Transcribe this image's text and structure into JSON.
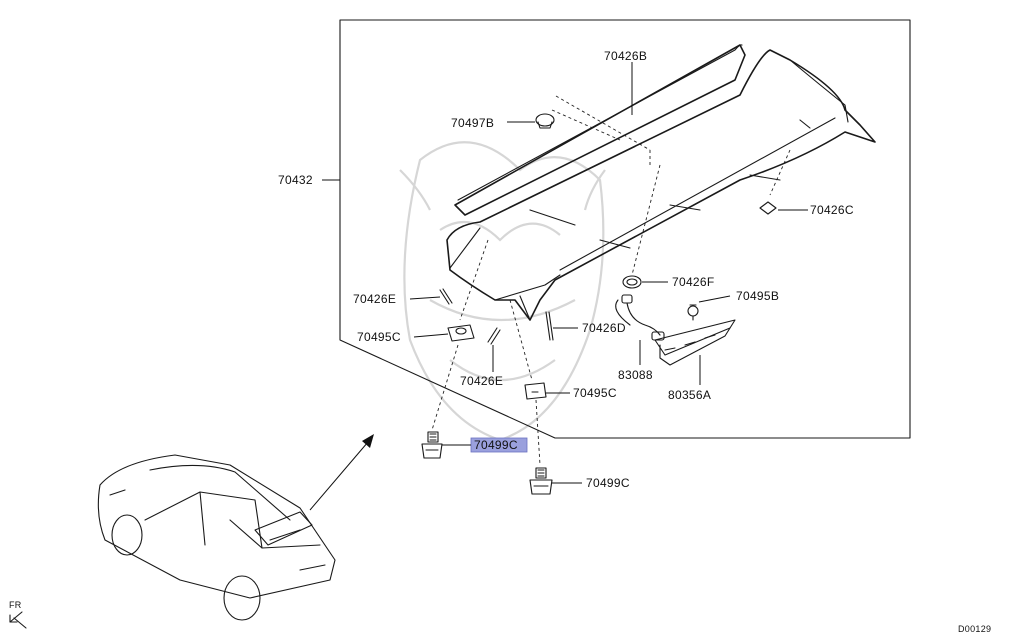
{
  "parts": {
    "spoiler_assy": "70432",
    "seal_upper": "70426B",
    "clip_upper": "70497B",
    "seal_side_right": "70426C",
    "seal_left": "70426E",
    "seal_center": "70426E",
    "seal_lamp": "70426F",
    "pad_vertical": "70426D",
    "screw_lamp": "70495B",
    "clip_left": "70495C",
    "clip_center": "70495C",
    "wire_harness": "83088",
    "stop_lamp": "80356A",
    "nut_left": "70499C",
    "nut_center": "70499C"
  },
  "highlight": {
    "part": "70499C",
    "color": "#9aa0dd"
  },
  "orientation": {
    "front_label": "FR"
  },
  "footer": {
    "diagram_code": "D00129"
  }
}
